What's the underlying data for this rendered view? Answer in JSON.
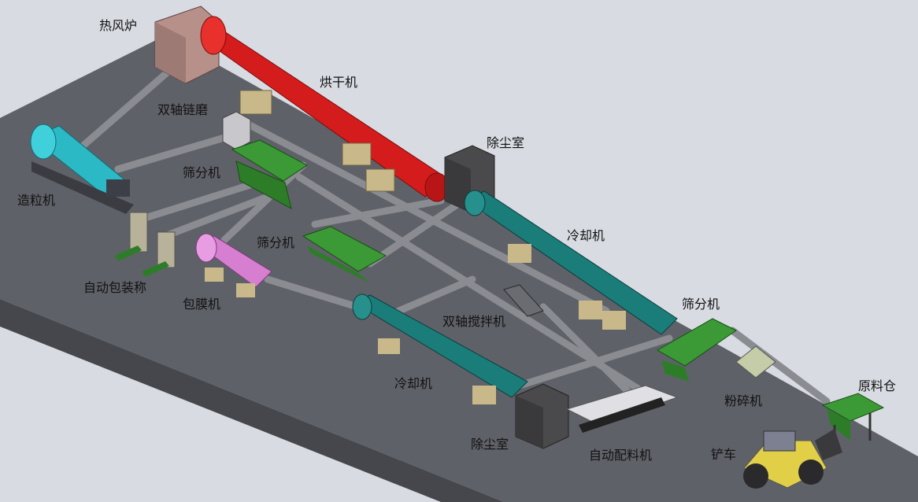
{
  "labels": {
    "hot_air_stove": "热风炉",
    "dryer": "烘干机",
    "double_shaft_chain_mill": "双轴链磨",
    "screen_top": "筛分机",
    "granulator": "造粒机",
    "dust_room_top": "除尘室",
    "cooler_top": "冷却机",
    "screen_middle": "筛分机",
    "auto_packing_scale": "自动包装称",
    "coating_machine": "包膜机",
    "double_shaft_mixer": "双轴搅拌机",
    "screen_right": "筛分机",
    "cooler_bottom": "冷却机",
    "crusher": "粉碎机",
    "raw_material_bin": "原料仓",
    "dust_room_bottom": "除尘室",
    "auto_batching_machine": "自动配料机",
    "loader": "铲车"
  },
  "colors": {
    "background": "#d8dbe2",
    "platform_top": "#5f6168",
    "platform_side": "#44464c",
    "dryer": "#d41c1c",
    "granulator": "#2bb9c6",
    "cooler": "#1b7d7a",
    "coating": "#d67fd0",
    "screen": "#3b9a35",
    "dust_room": "#4a4a4c",
    "stove": "#b8908a",
    "conveyor": "#8a8c92",
    "loader": "#e2cf48"
  }
}
